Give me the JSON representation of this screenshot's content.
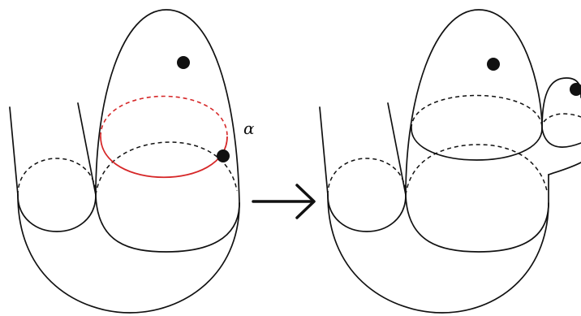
{
  "labels": {
    "curve_label": "α"
  },
  "colors": {
    "line": "#111111",
    "curve_alpha": "#d62728",
    "marked_point": "#111111",
    "background": "#ffffff"
  },
  "figure": {
    "left_panel": {
      "boundary_circles": 2,
      "marked_points": 2,
      "highlighted_curve": "alpha"
    },
    "arrow": {
      "direction": "left-to-right",
      "icon": "right-arrow-icon"
    },
    "right_panel": {
      "boundary_circles": 2,
      "marked_points": 2,
      "bubble_attached": true
    }
  }
}
